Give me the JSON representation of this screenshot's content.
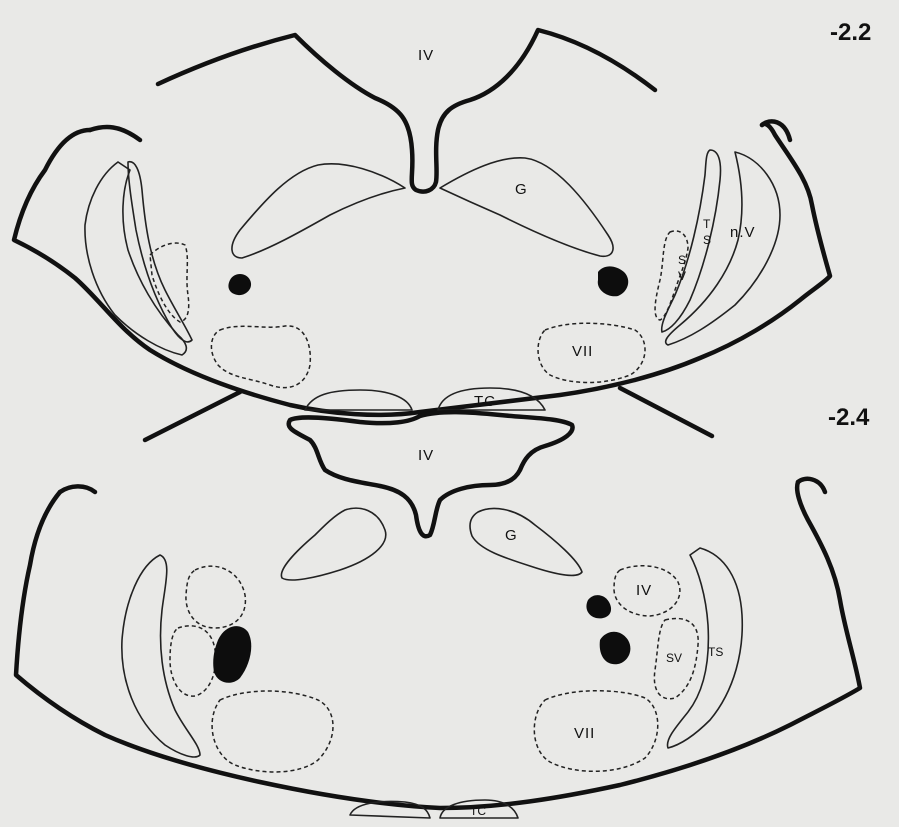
{
  "sections": [
    {
      "level": "-2.2",
      "labels": {
        "ventricle": "IV",
        "g_nucleus": "G",
        "ts": "T\nS",
        "nv": "n.V",
        "sv": "S\nV",
        "vii": "VII",
        "tc": "TC"
      }
    },
    {
      "level": "-2.4",
      "labels": {
        "ventricle": "IV",
        "g_nucleus": "G",
        "iv_nucleus": "IV",
        "sv": "SV",
        "ts": "TS",
        "vii": "VII",
        "tc": "TC"
      }
    }
  ]
}
